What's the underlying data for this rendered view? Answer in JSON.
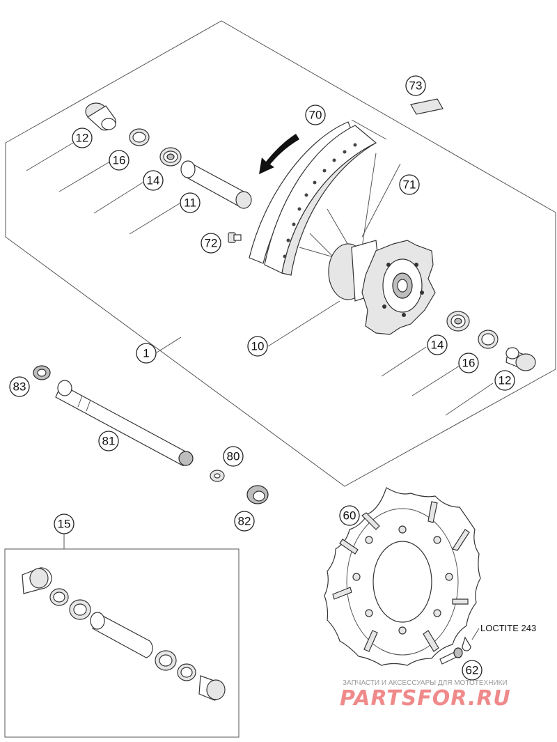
{
  "callouts": {
    "c73": "73",
    "c70": "70",
    "c12a": "12",
    "c16a": "16",
    "c14a": "14",
    "c71": "71",
    "c11": "11",
    "c72": "72",
    "c1": "1",
    "c10": "10",
    "c14b": "14",
    "c16b": "16",
    "c12b": "12",
    "c83": "83",
    "c81": "81",
    "c80": "80",
    "c82": "82",
    "c15": "15",
    "c60": "60",
    "c62": "62"
  },
  "note": {
    "loctite": "LOCTITE 243"
  },
  "watermark": {
    "tagline": "ЗАПЧАСТИ И АКСЕССУАРЫ ДЛЯ МОТОТЕХНИКИ",
    "brand": "PARTSFOR.RU"
  }
}
